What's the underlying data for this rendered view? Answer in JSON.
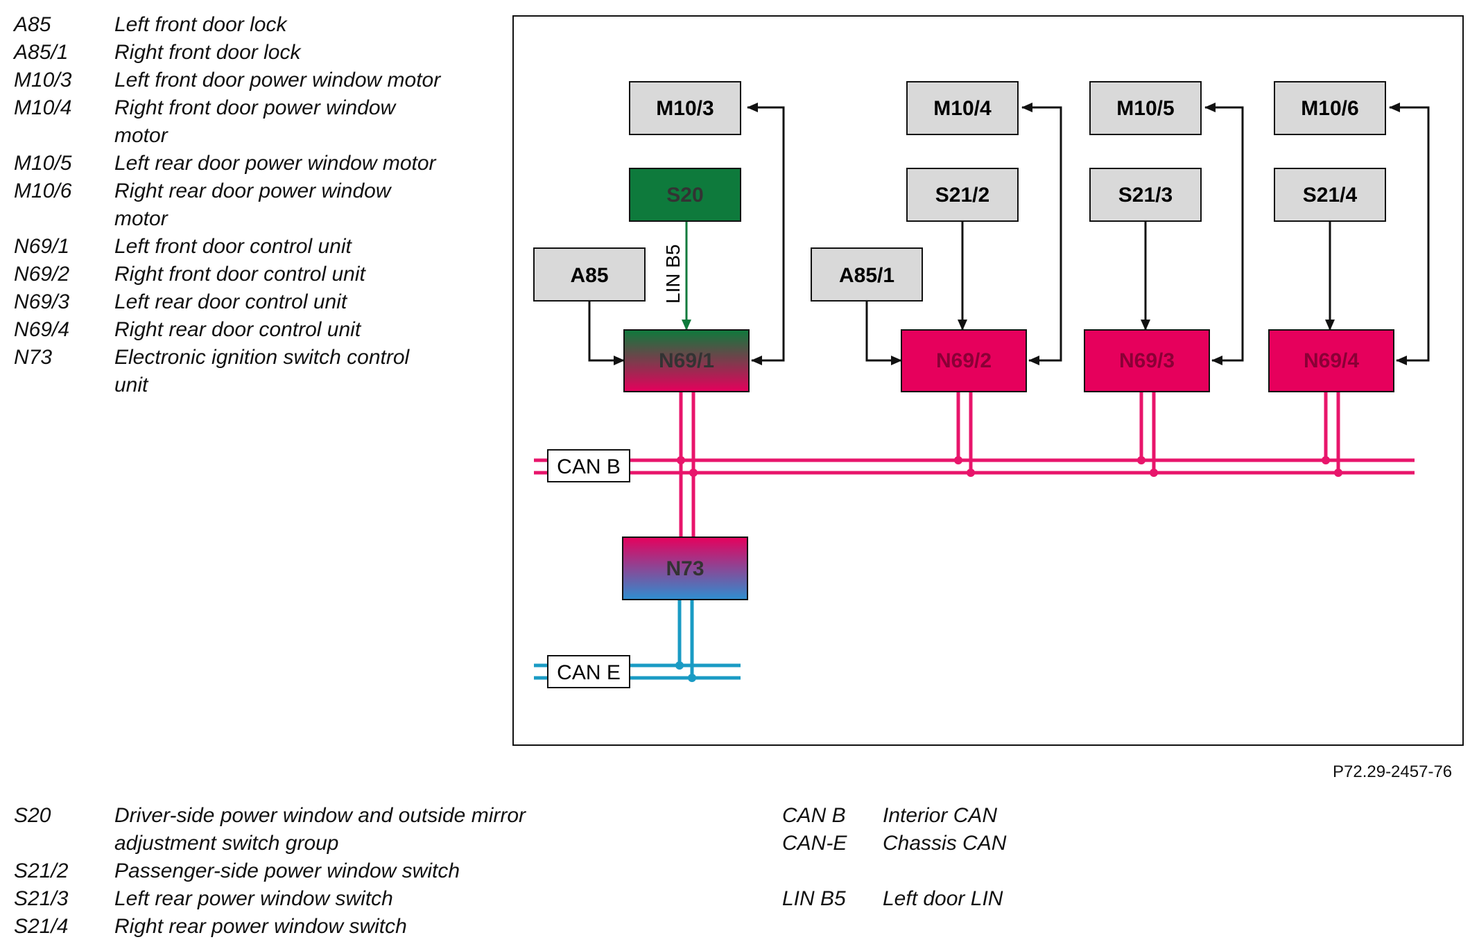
{
  "legend_top": [
    {
      "code": "A85",
      "desc": "Left front door lock"
    },
    {
      "code": "A85/1",
      "desc": "Right front door lock"
    },
    {
      "code": "M10/3",
      "desc": "Left front door power window motor"
    },
    {
      "code": "M10/4",
      "desc": "Right front door power window motor"
    },
    {
      "code": "M10/5",
      "desc": "Left rear door power window motor"
    },
    {
      "code": "M10/6",
      "desc": "Right rear door power window motor"
    },
    {
      "code": "N69/1",
      "desc": "Left front door control unit"
    },
    {
      "code": "N69/2",
      "desc": "Right front door control unit"
    },
    {
      "code": "N69/3",
      "desc": "Left rear door control unit"
    },
    {
      "code": "N69/4",
      "desc": "Right rear door control unit"
    },
    {
      "code": "N73",
      "desc": "Electronic ignition switch control unit"
    }
  ],
  "legend_bottom": [
    {
      "code": "S20",
      "desc": "Driver-side power window and outside mirror adjustment switch group"
    },
    {
      "code": "S21/2",
      "desc": "Passenger-side power window switch"
    },
    {
      "code": "S21/3",
      "desc": "Left rear power window switch"
    },
    {
      "code": "S21/4",
      "desc": "Right rear power window switch"
    }
  ],
  "legend_bus": [
    {
      "code": "CAN B",
      "desc": "Interior CAN"
    },
    {
      "code": "CAN-E",
      "desc": "Chassis CAN"
    },
    {
      "code": "LIN B5",
      "desc": "Left door LIN"
    }
  ],
  "figure_ref": "P72.29-2457-76",
  "diagram": {
    "boxes": {
      "m10_3": "M10/3",
      "m10_4": "M10/4",
      "m10_5": "M10/5",
      "m10_6": "M10/6",
      "s20": "S20",
      "s21_2": "S21/2",
      "s21_3": "S21/3",
      "s21_4": "S21/4",
      "a85": "A85",
      "a85_1": "A85/1",
      "n69_1": "N69/1",
      "n69_2": "N69/2",
      "n69_3": "N69/3",
      "n69_4": "N69/4",
      "n73": "N73"
    },
    "buses": {
      "can_b": "CAN B",
      "can_e": "CAN E",
      "lin_b5": "LIN B5"
    },
    "colors": {
      "gray_box": "#d9d9d9",
      "green": "#0e7a3c",
      "magenta": "#e6005c",
      "can_b_line": "#e8156b",
      "can_e_line": "#1a9bc4",
      "n73_bottom": "#2e8fd0"
    }
  }
}
